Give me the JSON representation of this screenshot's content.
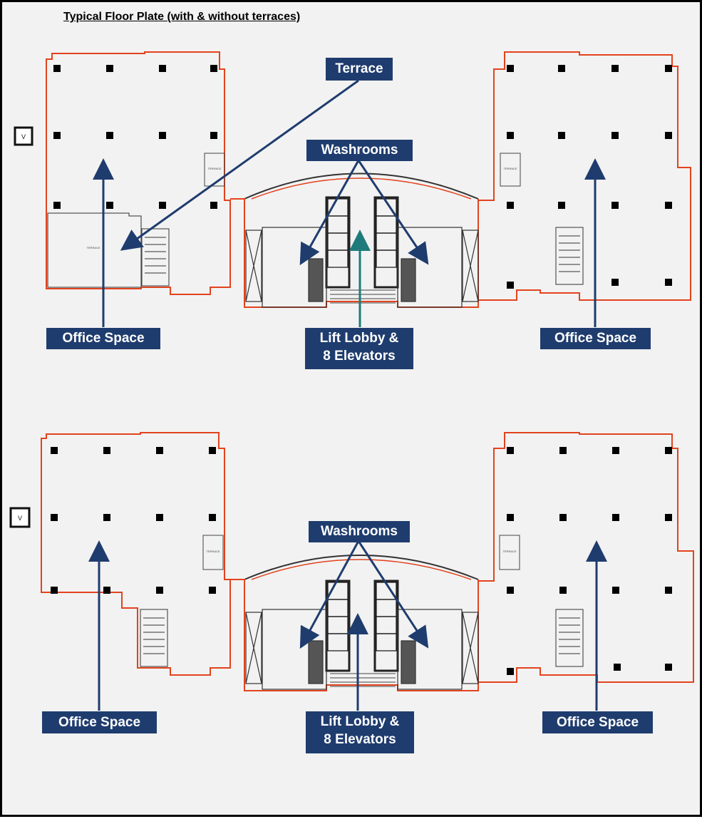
{
  "title": "Typical Floor Plate (with & without terraces)",
  "colors": {
    "callout_bg": "#1f3c6e",
    "callout_text": "#ffffff",
    "arrow": "#1f3c6e",
    "lift_arrow_top": "#1e7b7b",
    "perimeter": "#e2431e",
    "background": "#f2f2f2"
  },
  "plans": [
    {
      "variant": "with terraces",
      "plan_labels": {
        "terrace_left": "TERRACE",
        "terrace_right": "TERRACE",
        "terrace_small": "TERRACE"
      },
      "callouts": {
        "terrace": "Terrace",
        "washrooms": "Washrooms",
        "office_left": "Office Space",
        "office_right": "Office Space",
        "lift_line1": "Lift Lobby &",
        "lift_line2": "8 Elevators"
      }
    },
    {
      "variant": "without terraces",
      "plan_labels": {
        "terrace_left": "TERRACE",
        "terrace_right": "TERRACE"
      },
      "callouts": {
        "washrooms": "Washrooms",
        "office_left": "Office Space",
        "office_right": "Office Space",
        "lift_line1": "Lift Lobby &",
        "lift_line2": "8 Elevators"
      }
    }
  ]
}
